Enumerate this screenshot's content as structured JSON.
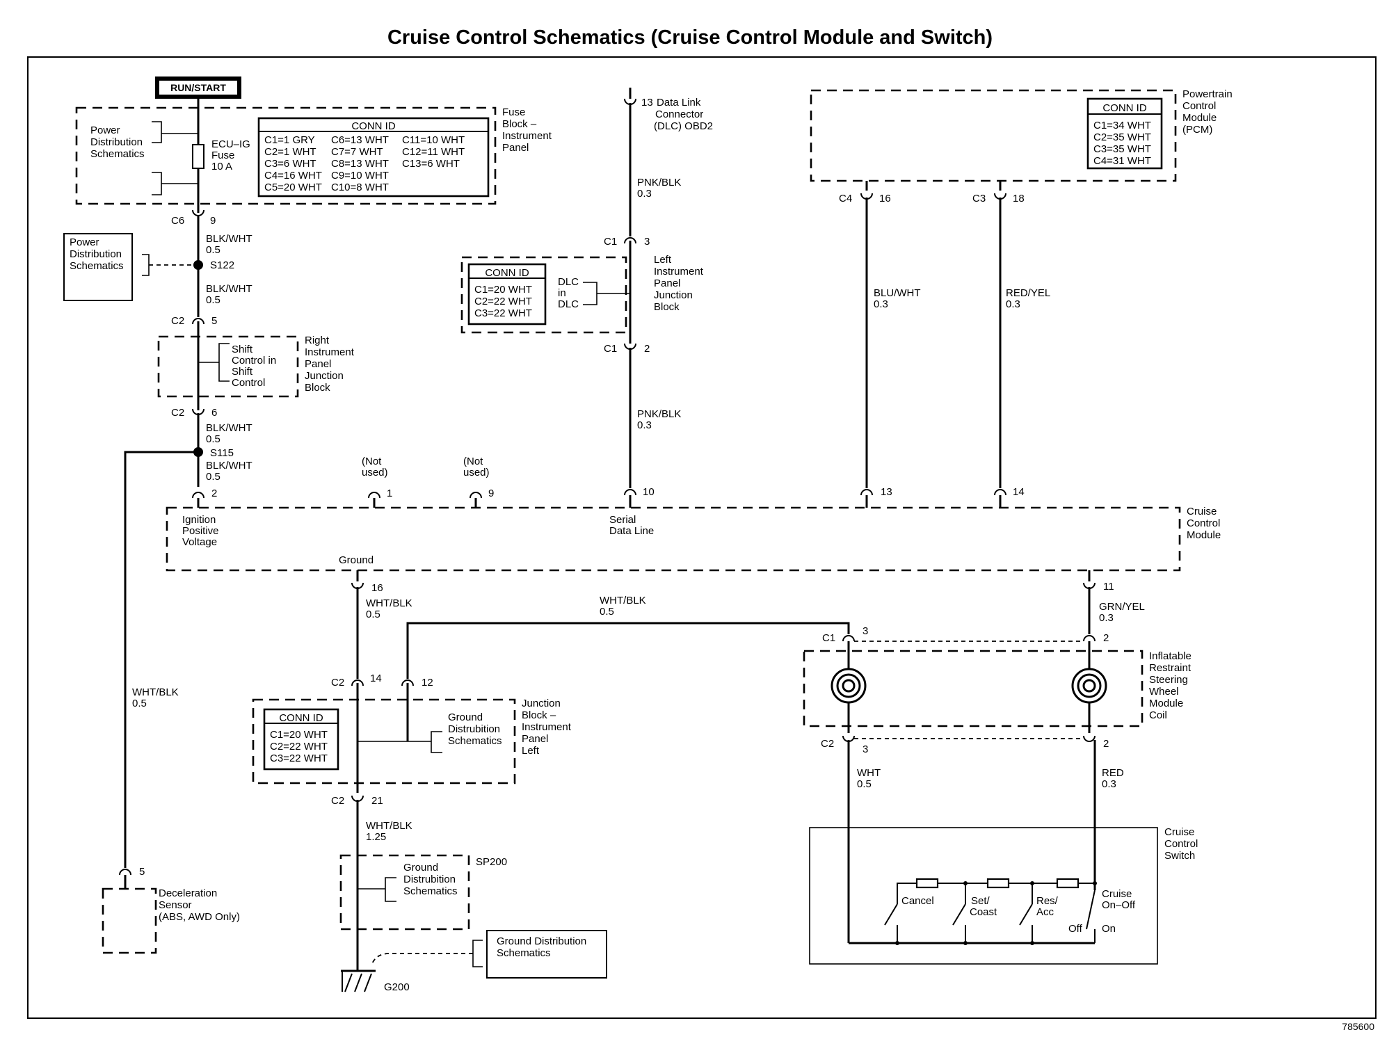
{
  "title": "Cruise Control Schematics (Cruise Control Module and Switch)",
  "doc_number": "785600",
  "run_start": "RUN/START",
  "fuse_block": {
    "label": [
      "Fuse",
      "Block –",
      "Instrument",
      "Panel"
    ],
    "power_dist": [
      "Power",
      "Distribution",
      "Schematics"
    ],
    "fuse": [
      "ECU–IG",
      "Fuse",
      "10 A"
    ],
    "conn_title": "CONN ID",
    "conn_rows": [
      [
        "C1=1 GRY",
        "C6=13 WHT",
        "C11=10 WHT"
      ],
      [
        "C2=1 WHT",
        "C7=7 WHT",
        "C12=11 WHT"
      ],
      [
        "C3=6 WHT",
        "C8=13 WHT",
        "C13=6 WHT"
      ],
      [
        "C4=16 WHT",
        "C9=10 WHT",
        ""
      ],
      [
        "C5=20 WHT",
        "C10=8 WHT",
        ""
      ]
    ]
  },
  "power_dist_box": [
    "Power",
    "Distribution",
    "Schematics"
  ],
  "left_branch": {
    "c6": "C6",
    "c6_pin": "9",
    "w1": [
      "BLK/WHT",
      "0.5"
    ],
    "s122": "S122",
    "w2": [
      "BLK/WHT",
      "0.5"
    ],
    "c2a": "C2",
    "c2a_pin": "5",
    "shift": [
      "Shift",
      "Control in",
      "Shift",
      "Control"
    ],
    "rip": [
      "Right",
      "Instrument",
      "Panel",
      "Junction",
      "Block"
    ],
    "c2b": "C2",
    "c2b_pin": "6",
    "w3": [
      "BLK/WHT",
      "0.5"
    ],
    "s115": "S115",
    "w4": [
      "BLK/WHT",
      "0.5"
    ],
    "pin2": "2",
    "not_used_1": [
      "(Not",
      "used)"
    ],
    "pin1": "1",
    "not_used_9": [
      "(Not",
      "used)"
    ],
    "pin9": "9"
  },
  "dlc": {
    "pin": "13",
    "label": [
      "Data Link",
      "Connector",
      "(DLC) OBD2"
    ],
    "w1": [
      "PNK/BLK",
      "0.3"
    ],
    "c1a": "C1",
    "c1a_pin": "3",
    "conn_title": "CONN ID",
    "conn_rows": [
      "C1=20 WHT",
      "C2=22 WHT",
      "C3=22 WHT"
    ],
    "dlc_in": [
      "DLC",
      "in",
      "DLC"
    ],
    "lip": [
      "Left",
      "Instrument",
      "Panel",
      "Junction",
      "Block"
    ],
    "c1b": "C1",
    "c1b_pin": "2",
    "w2": [
      "PNK/BLK",
      "0.3"
    ],
    "pin10": "10"
  },
  "pcm": {
    "label": [
      "Powertrain",
      "Control",
      "Module",
      "(PCM)"
    ],
    "conn_title": "CONN ID",
    "conn_rows": [
      "C1=34 WHT",
      "C2=35 WHT",
      "C3=35 WHT",
      "C4=31 WHT"
    ],
    "c4": "C4",
    "c4_pin": "16",
    "c3": "C3",
    "c3_pin": "18",
    "w_blu": [
      "BLU/WHT",
      "0.3"
    ],
    "w_red": [
      "RED/YEL",
      "0.3"
    ],
    "pin13": "13",
    "pin14": "14"
  },
  "ccm": {
    "label": [
      "Cruise",
      "Control",
      "Module"
    ],
    "ign": [
      "Ignition",
      "Positive",
      "Voltage"
    ],
    "serial": [
      "Serial",
      "Data Line"
    ],
    "ground": "Ground",
    "pin16": "16",
    "pin11": "11"
  },
  "ground_side": {
    "w1": [
      "WHT/BLK",
      "0.5"
    ],
    "w_top": [
      "WHT/BLK",
      "0.5"
    ],
    "c2": "C2",
    "pin14": "14",
    "pin12": "12",
    "conn_title": "CONN ID",
    "conn_rows": [
      "C1=20 WHT",
      "C2=22 WHT",
      "C3=22 WHT"
    ],
    "gds": [
      "Ground",
      "Distrubition",
      "Schematics"
    ],
    "jb": [
      "Junction",
      "Block –",
      "Instrument",
      "Panel",
      "Left"
    ],
    "c2b": "C2",
    "c2b_pin": "21",
    "w2": [
      "WHT/BLK",
      "1.25"
    ],
    "gds2": [
      "Ground",
      "Distrubition",
      "Schematics"
    ],
    "sp200": "SP200",
    "gds3": [
      "Ground Distribution",
      "Schematics"
    ],
    "g200": "G200"
  },
  "decel": {
    "w": [
      "WHT/BLK",
      "0.5"
    ],
    "pin": "5",
    "label": [
      "Deceleration",
      "Sensor",
      "(ABS, AWD Only)"
    ]
  },
  "coil": {
    "grn": [
      "GRN/YEL",
      "0.3"
    ],
    "c1": "C1",
    "c1_pin3": "3",
    "c1_pin2": "2",
    "label": [
      "Inflatable",
      "Restraint",
      "Steering",
      "Wheel",
      "Module",
      "Coil"
    ],
    "c2": "C2",
    "c2_pin3": "3",
    "c2_pin2": "2",
    "w_wht": [
      "WHT",
      "0.5"
    ],
    "w_red": [
      "RED",
      "0.3"
    ]
  },
  "switch": {
    "label": [
      "Cruise",
      "Control",
      "Switch"
    ],
    "cancel": "Cancel",
    "set": [
      "Set/",
      "Coast"
    ],
    "res": [
      "Res/",
      "Acc"
    ],
    "onoff": [
      "Cruise",
      "On–Off"
    ],
    "off": "Off",
    "on": "On"
  }
}
